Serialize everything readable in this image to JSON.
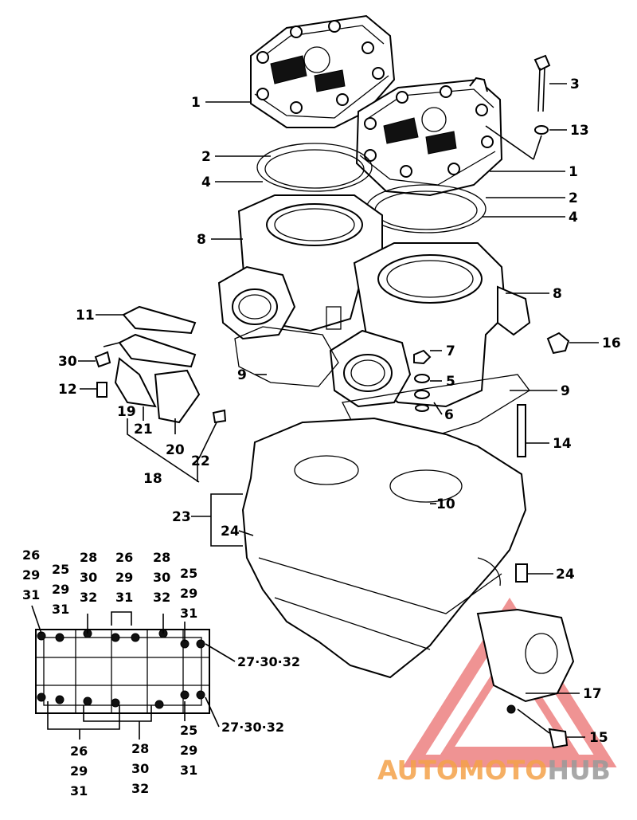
{
  "diagram": {
    "labels": {
      "l1a": "1",
      "l1b": "1",
      "l2a": "2",
      "l2b": "2",
      "l3": "3",
      "l4a": "4",
      "l4b": "4",
      "l5": "5",
      "l6": "6",
      "l7": "7",
      "l8a": "8",
      "l8b": "8",
      "l9a": "9",
      "l9b": "9",
      "l10": "10",
      "l11": "11",
      "l12": "12",
      "l13": "13",
      "l14": "14",
      "l15": "15",
      "l16": "16",
      "l17": "17",
      "l18": "18",
      "l19": "19",
      "l20": "20",
      "l21": "21",
      "l22": "22",
      "l23": "23",
      "l24a": "24",
      "l24b": "24",
      "l30": "30"
    },
    "inset": {
      "g1": [
        "26",
        "29",
        "31"
      ],
      "g2": [
        "25",
        "29",
        "31"
      ],
      "g3": [
        "28",
        "30",
        "32"
      ],
      "g4": [
        "26",
        "29",
        "31"
      ],
      "g5": [
        "28",
        "30",
        "32"
      ],
      "g6": [
        "25",
        "29",
        "31"
      ],
      "r1": "27·30·32",
      "r2": "27·30·32",
      "g7": [
        "25",
        "29",
        "31"
      ],
      "g8": [
        "26",
        "29",
        "31"
      ],
      "g9": [
        "28",
        "30",
        "32"
      ]
    },
    "watermark": {
      "part1": "AUTOMOTO",
      "part2": "HUB",
      "color1": "#f4a24a",
      "color2": "#9a9a9a",
      "logo_color": "#e23b3b"
    }
  }
}
